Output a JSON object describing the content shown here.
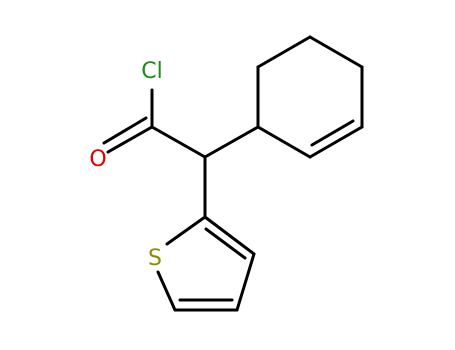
{
  "atoms": [
    {
      "symbol": "Cl",
      "color": "#1a8c1a"
    },
    {
      "symbol": "O",
      "color": "#e00000"
    },
    {
      "symbol": "S",
      "color": "#8c8c00"
    }
  ],
  "bond_color": "#000000"
}
